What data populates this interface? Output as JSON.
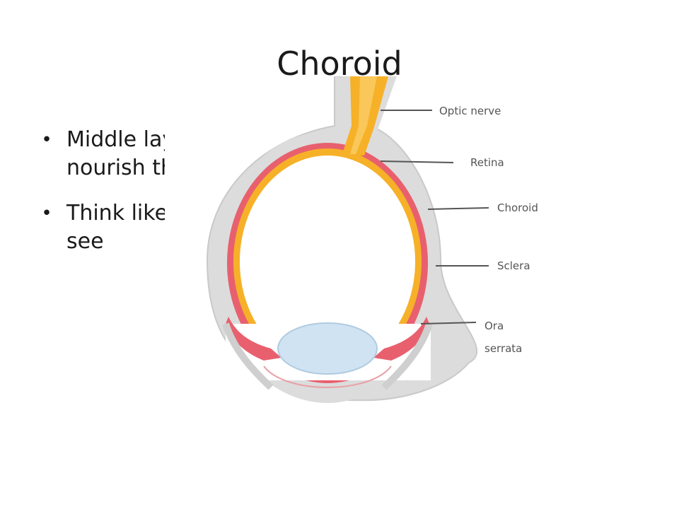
{
  "slide": {
    "title": "Choroid",
    "bullets": [
      {
        "text": "Middle layer of the eye with blood vessels that nourish the retina"
      },
      {
        "text": "Think like an onion and peel back the layers you see"
      }
    ]
  },
  "figure": {
    "labels": {
      "optic_nerve": "Optic nerve",
      "retina": "Retina",
      "choroid": "Choroid",
      "sclera": "Sclera",
      "ora_serrata_line1": "Ora",
      "ora_serrata_line2": "serrata"
    },
    "colors": {
      "sclera": "#d9d9d9",
      "choroid": "#e8606e",
      "retina": "#f6b128",
      "lens": "#cfe3f3",
      "leader_line": "#555555"
    }
  }
}
